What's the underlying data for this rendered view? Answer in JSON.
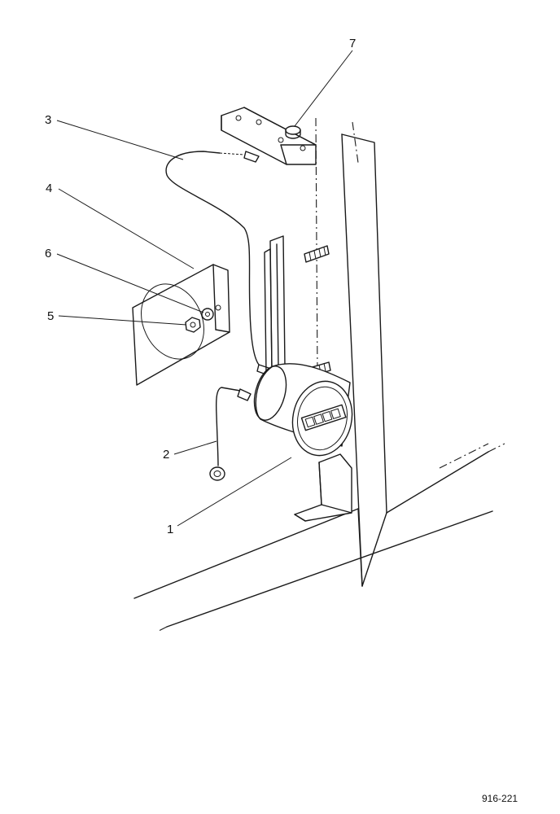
{
  "callouts": [
    "1",
    "2",
    "3",
    "4",
    "5",
    "6",
    "7"
  ],
  "drawing_code": "916-221"
}
